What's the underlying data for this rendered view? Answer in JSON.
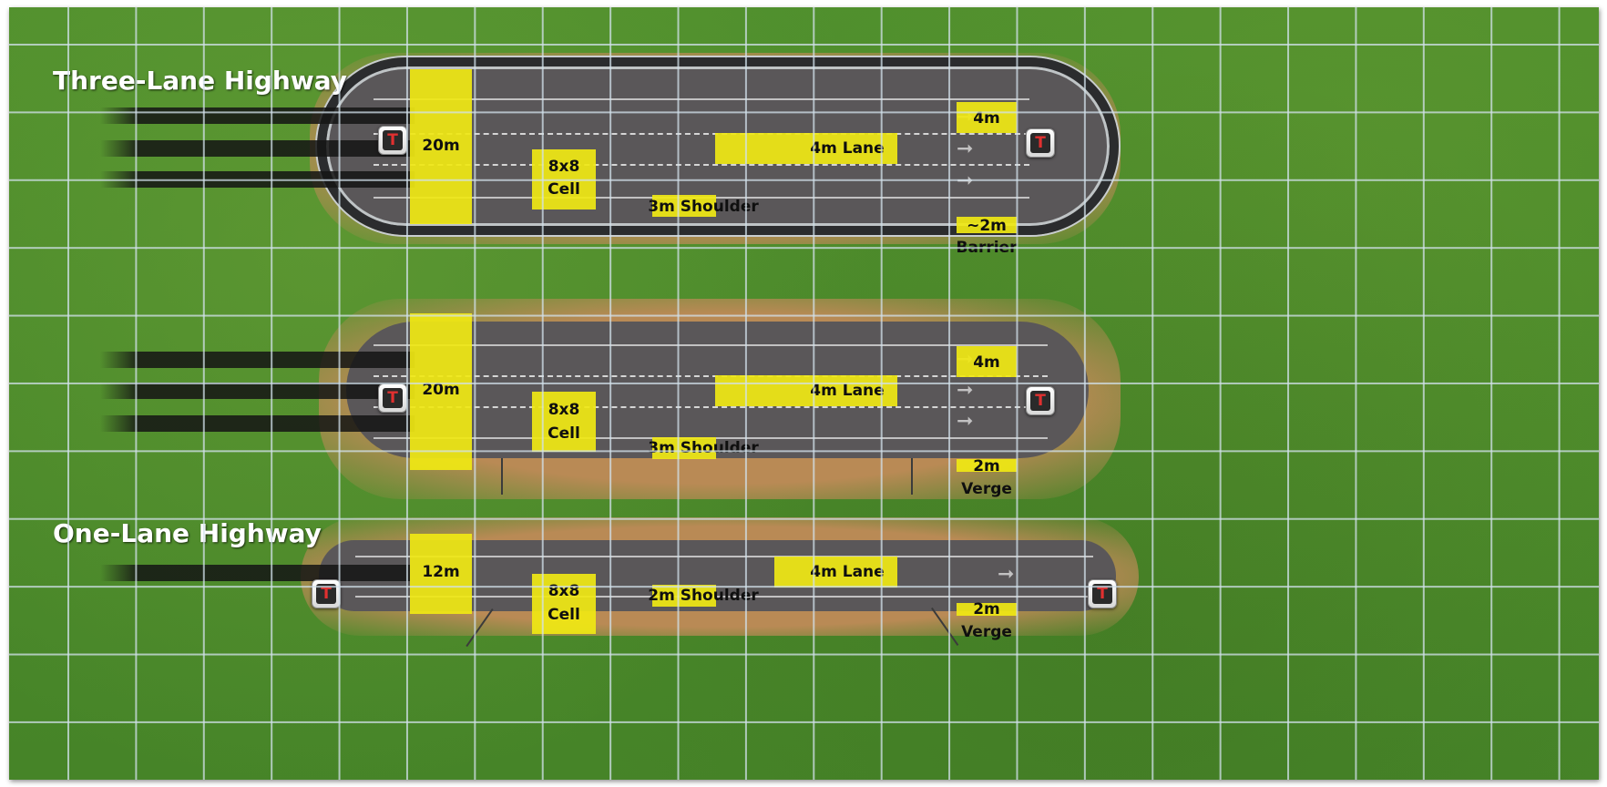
{
  "titles": {
    "three_lane": "Three-Lane Highway",
    "one_lane": "One-Lane Highway"
  },
  "icons": {
    "marker": "T"
  },
  "three_lane_walled": {
    "width": "20m",
    "cell": [
      "8x8",
      "Cell"
    ],
    "lane": "4m Lane",
    "lane_small": "4m",
    "shoulder": "3m Shoulder",
    "edge": [
      "~2m",
      "Barrier"
    ]
  },
  "three_lane_open": {
    "width": "20m",
    "cell": [
      "8x8",
      "Cell"
    ],
    "lane": "4m Lane",
    "lane_small": "4m",
    "shoulder": "3m Shoulder",
    "edge": [
      "2m",
      "Verge"
    ]
  },
  "one_lane": {
    "width": "12m",
    "cell": [
      "8x8",
      "Cell"
    ],
    "lane": "4m Lane",
    "shoulder": "2m Shoulder",
    "edge": [
      "2m",
      "Verge"
    ]
  },
  "colors": {
    "highlight": "#f0e814",
    "asphalt": "#5a5759",
    "grass": "#4b8a2b",
    "dirt": "#b98a55"
  }
}
